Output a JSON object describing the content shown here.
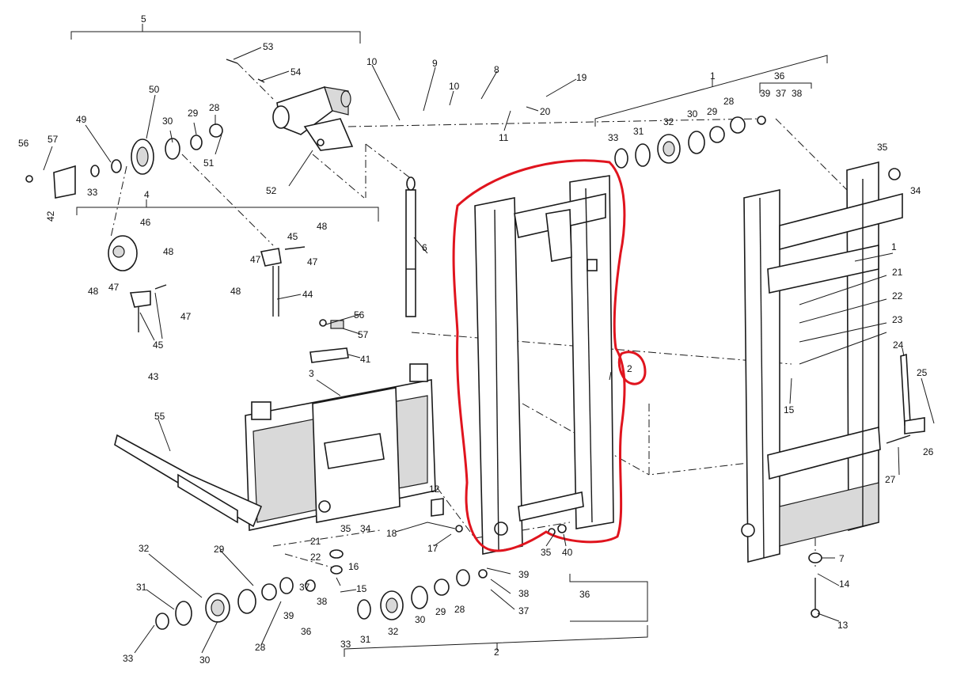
{
  "callouts": {
    "c1": "1",
    "c2": "2",
    "c3": "3",
    "c4": "4",
    "c5": "5",
    "c6": "6",
    "c7": "7",
    "c8": "8",
    "c9": "9",
    "c10": "10",
    "c11": "11",
    "c12": "12",
    "c13": "13",
    "c14": "14",
    "c15": "15",
    "c16": "16",
    "c17": "17",
    "c18": "18",
    "c19": "19",
    "c20": "20",
    "c21": "21",
    "c22": "22",
    "c23": "23",
    "c24": "24",
    "c25": "25",
    "c26": "26",
    "c27": "27",
    "c28": "28",
    "c29": "29",
    "c30": "30",
    "c31": "31",
    "c32": "32",
    "c33": "33",
    "c34": "34",
    "c35": "35",
    "c36": "36",
    "c37": "37",
    "c38": "38",
    "c39": "39",
    "c40": "40",
    "c41": "41",
    "c42": "42",
    "c43": "43",
    "c44": "44",
    "c45": "45",
    "c46": "46",
    "c47": "47",
    "c48": "48",
    "c49": "49",
    "c50": "50",
    "c51": "51",
    "c52": "52",
    "c53": "53",
    "c54": "54",
    "c55": "55",
    "c56": "56",
    "c57": "57"
  },
  "highlight_color": "#e0141e",
  "line_color": "#1a1a1a"
}
